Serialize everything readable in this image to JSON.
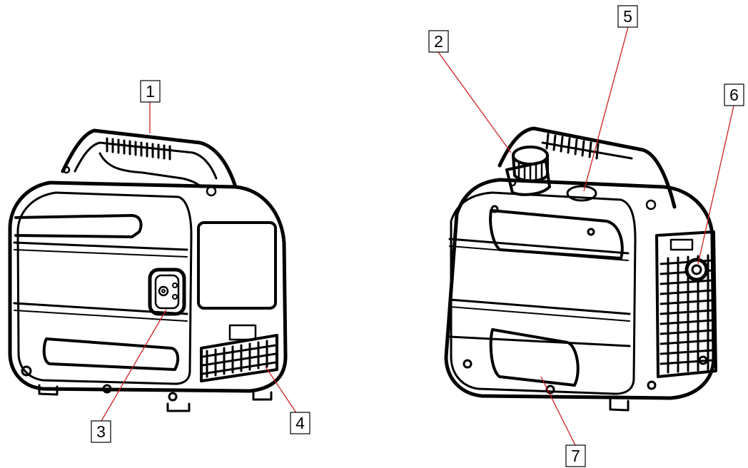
{
  "callouts": [
    {
      "id": "1",
      "label": "1"
    },
    {
      "id": "2",
      "label": "2"
    },
    {
      "id": "3",
      "label": "3"
    },
    {
      "id": "4",
      "label": "4"
    },
    {
      "id": "5",
      "label": "5"
    },
    {
      "id": "6",
      "label": "6"
    },
    {
      "id": "7",
      "label": "7"
    }
  ],
  "colors": {
    "leader_line": "#d02020",
    "outline": "#000000",
    "background": "#ffffff"
  }
}
